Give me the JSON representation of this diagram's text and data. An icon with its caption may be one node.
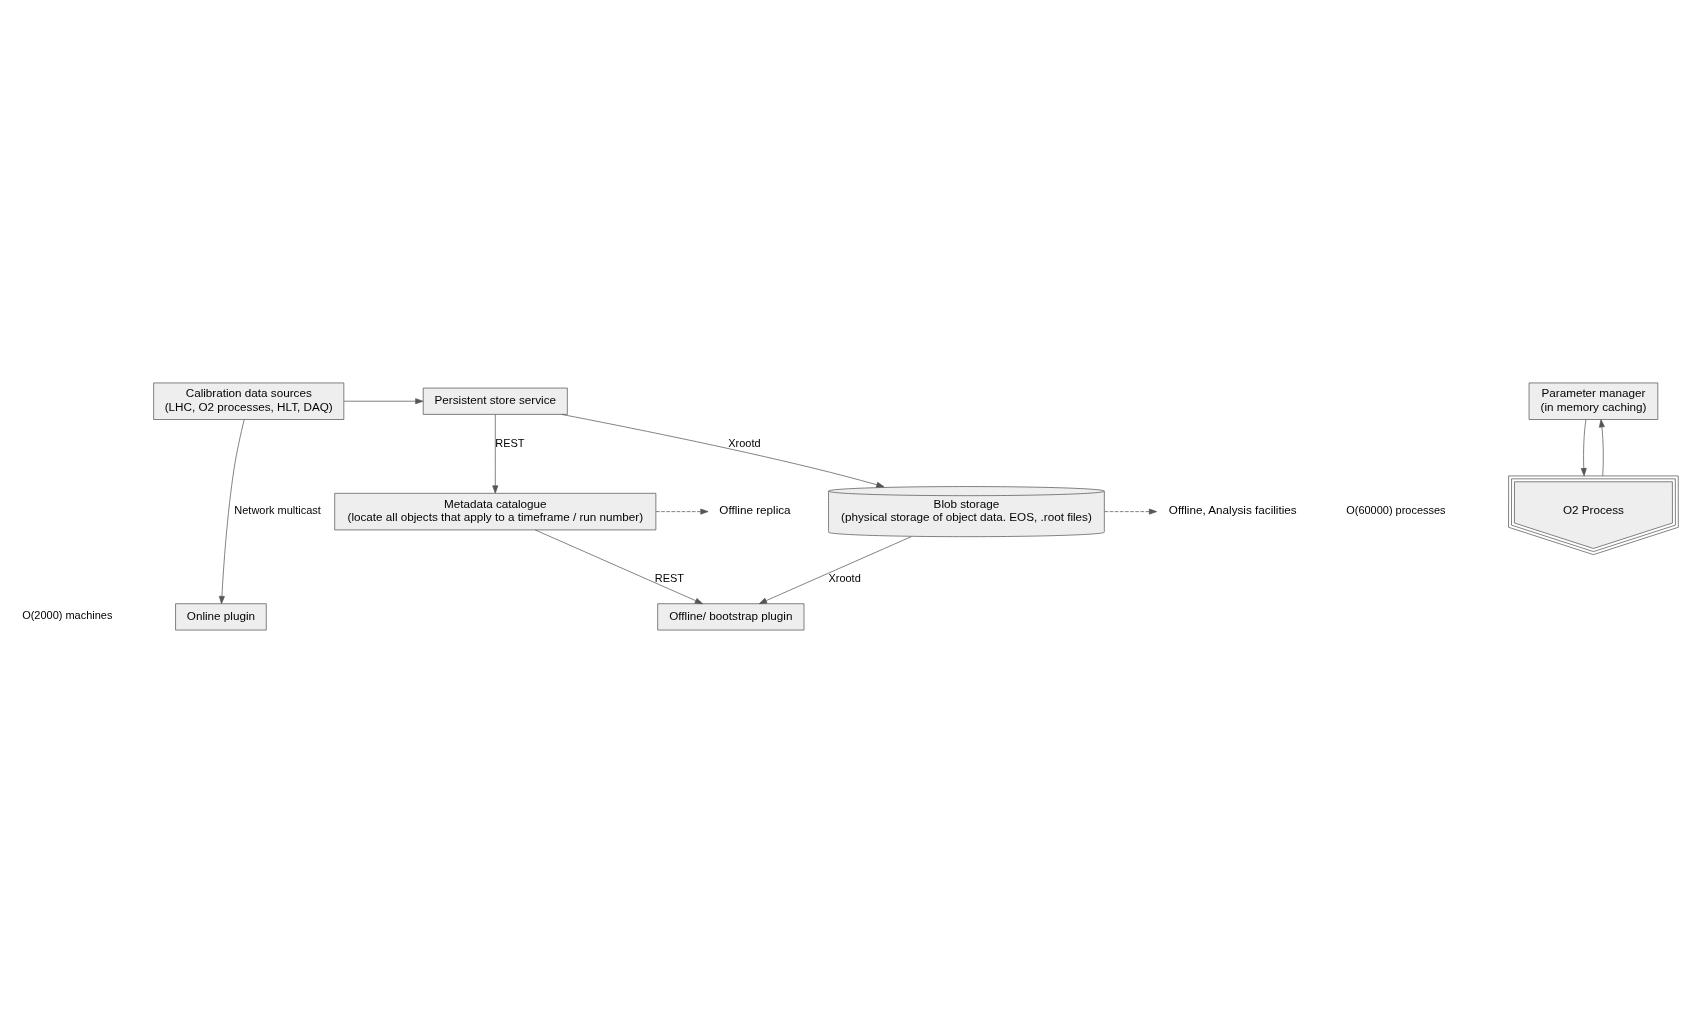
{
  "diagram": {
    "nodes": [
      {
        "text": [
          "Calibration data sources",
          "(LHC, O2 processes, HLT, DAQ)"
        ]
      },
      {
        "text": [
          "Persistent store service"
        ]
      },
      {
        "text": [
          "Metadata catalogue",
          "(locate all objects that apply to a timeframe / run number)"
        ]
      },
      {
        "text": [
          "Online plugin"
        ]
      },
      {
        "text": [
          "Offline/ bootstrap plugin"
        ]
      },
      {
        "text": [
          "Parameter manager",
          "(in memory caching)"
        ]
      },
      {
        "text": [
          "Blob storage",
          "(physical storage of object data. EOS, .root files)"
        ]
      },
      {
        "text": [
          "O2 Process"
        ]
      },
      {
        "text": [
          "Offline replica"
        ]
      },
      {
        "text": [
          "Offline, Analysis facilities"
        ]
      }
    ],
    "edges": [
      {
        "from": 0,
        "to": 1,
        "arrow": "to"
      },
      {
        "from": 0,
        "to": 3,
        "label": "Network multicast",
        "arrow": "to"
      },
      {
        "from": 1,
        "to": 2,
        "label": "REST",
        "arrow": "to"
      },
      {
        "from": 1,
        "to": 6,
        "label": "Xrootd",
        "arrow": "to"
      },
      {
        "from": 2,
        "to": 4,
        "label": "REST",
        "arrow": "to"
      },
      {
        "from": 6,
        "to": 4,
        "label": "Xrootd",
        "arrow": "to"
      },
      {
        "from": 7,
        "to": 5,
        "arrow": "to"
      },
      {
        "from": 5,
        "to": 7,
        "arrow": "to"
      },
      {
        "from": 2,
        "to": 8,
        "arrow": "to",
        "style": "dashed"
      },
      {
        "from": 6,
        "to": 9,
        "arrow": "to",
        "style": "dashed"
      }
    ],
    "labels": [
      "O(2000) machines",
      "O(60000) processes"
    ]
  }
}
